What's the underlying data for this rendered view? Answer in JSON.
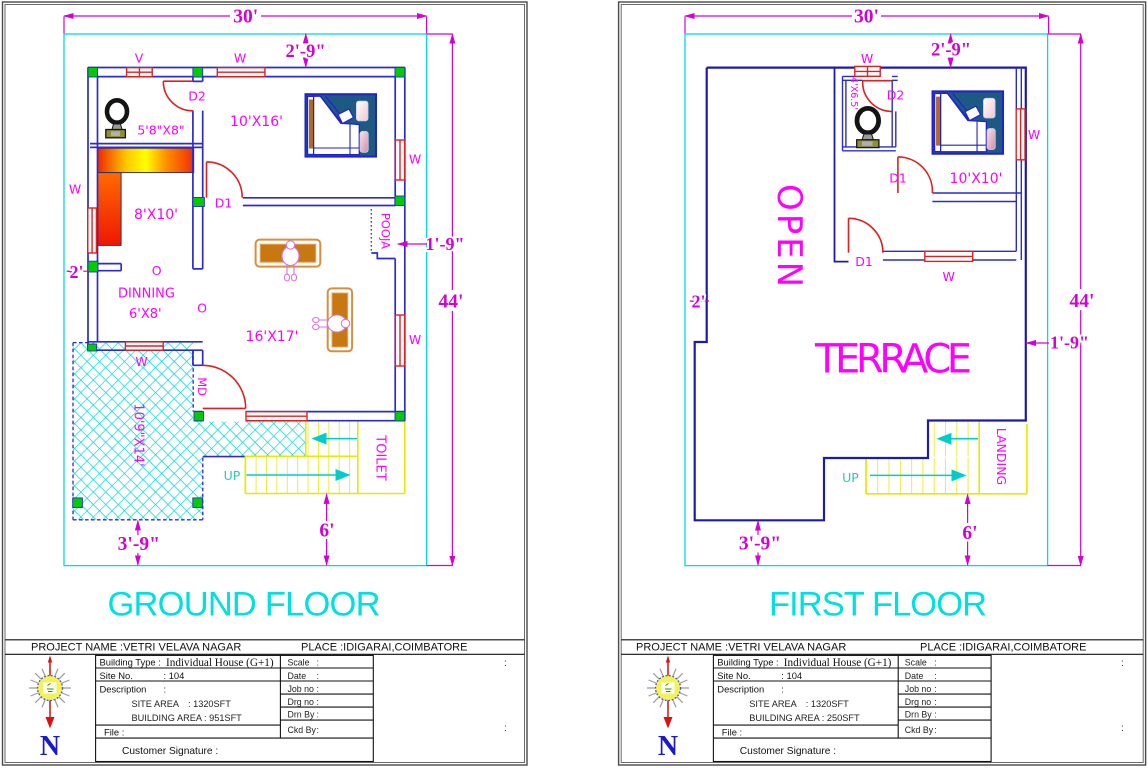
{
  "document": {
    "type": "architectural floor plan drawing, two sheets",
    "background": "#ffffff"
  },
  "palette": {
    "wall_blue": "#2b2bd4",
    "terrace_blue": "#1b1bb0",
    "dim_magenta": "#d400d4",
    "label_magenta": "#ff00ff",
    "site_cyan": "#00dcdc",
    "stair_yellow": "#e8e800",
    "arrow_cyan": "#00cccc",
    "up_teal": "#2cc8b4",
    "column_green": "#00cc00",
    "opening_red": "#e02020",
    "title_cyan": "#00e0e0"
  },
  "sheets": [
    {
      "floor_title": "GROUND FLOOR",
      "dims": {
        "width": "30'",
        "height": "44'",
        "top_offset": "2'-9\"",
        "right_offset": "1'-9\"",
        "left_offset": "2'",
        "bottom_offset": "3'-9\"",
        "stair_width": "6'"
      },
      "rooms": {
        "bath": "5'8\"X8\"",
        "bedroom": "10'X16'",
        "kitchen": "8'X10'",
        "dining": "DINNING",
        "dining_size": "6'X8'",
        "hall": "16'X17'",
        "sitout": "10'9\"X14'",
        "toilet": "TOILET",
        "pooja": "POOJA",
        "up": "UP"
      },
      "marks": {
        "window": "W",
        "vent": "V",
        "door1": "D1",
        "door2": "D2",
        "main_door": "MD",
        "open_mark": "O"
      },
      "title_block": {
        "project_name": "PROJECT NAME :VETRI VELAVA NAGAR",
        "place": "PLACE :IDIGARAI,COIMBATORE",
        "building_type_label": "Building Type :",
        "building_type_value": "Individual House (G+1)",
        "site_no_label": "Site No.",
        "site_no_value": ":   104",
        "description_label": "Description",
        "colon": ":",
        "site_area_label": "SITE AREA",
        "site_area_value": ": 1320SFT",
        "building_area": "BUILDING AREA : 951SFT",
        "file_label": "File :",
        "customer_signature": "Customer Signature :",
        "admin_rows": [
          "Scale",
          "Date",
          "Job no",
          "Drg no",
          "Drn By",
          "Ckd By"
        ],
        "north": "N"
      }
    },
    {
      "floor_title": "FIRST FLOOR",
      "dims": {
        "width": "30'",
        "height": "44'",
        "top_offset": "2'-9\"",
        "right_offset": "1'-9\"",
        "left_offset": "2'",
        "bottom_offset": "3'-9\"",
        "stair_width": "6'"
      },
      "rooms": {
        "bath": "4'X6.5'",
        "bedroom": "10'X10'",
        "terrace": "TERRACE",
        "open": "OPEN",
        "landing": "LANDING",
        "up": "UP"
      },
      "marks": {
        "window": "W",
        "door1": "D1",
        "door2": "D2"
      },
      "title_block": {
        "project_name": "PROJECT NAME :VETRI VELAVA NAGAR",
        "place": "PLACE :IDIGARAI,COIMBATORE",
        "building_type_label": "Building Type :",
        "building_type_value": "Individual House (G+1)",
        "site_no_label": "Site No.",
        "site_no_value": ":   104",
        "description_label": "Description",
        "colon": ":",
        "site_area_label": "SITE AREA",
        "site_area_value": ": 1320SFT",
        "building_area": "BUILDING AREA : 250SFT",
        "file_label": "File :",
        "customer_signature": "Customer Signature :",
        "admin_rows": [
          "Scale",
          "Date",
          "Job no",
          "Drg no",
          "Drn By",
          "Ckd By"
        ],
        "north": "N"
      }
    }
  ]
}
